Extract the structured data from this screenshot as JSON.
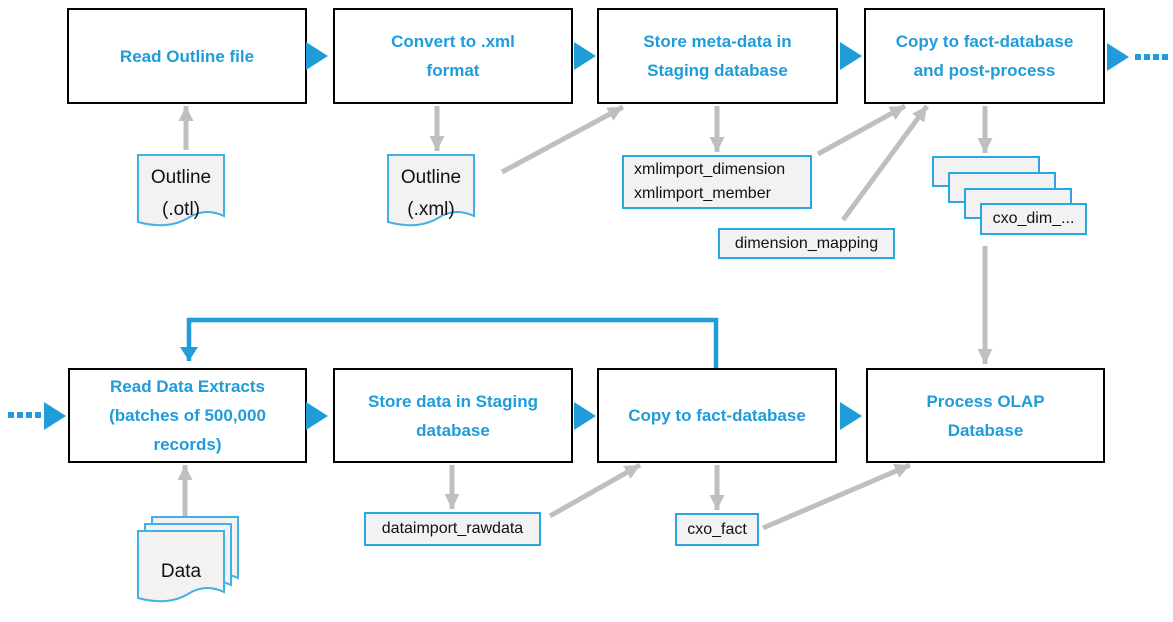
{
  "colors": {
    "accent_blue": "#1F9CD9",
    "connector_gray": "#BFBFBF",
    "shape_fill": "#F2F2F2",
    "table_border": "#2BA7DF",
    "process_border": "#000000"
  },
  "top_row": {
    "steps": [
      {
        "lines": [
          "Read Outline file"
        ]
      },
      {
        "lines": [
          "Convert to .xml",
          "format"
        ]
      },
      {
        "lines": [
          "Store meta-data in",
          "Staging database"
        ]
      },
      {
        "lines": [
          "Copy to fact-database",
          "and post-process"
        ]
      }
    ],
    "continues_right_dots": "...."
  },
  "bottom_row": {
    "continues_left_dots": "....",
    "steps": [
      {
        "lines": [
          "Read Data Extracts",
          "(batches of 500,000",
          "records)"
        ]
      },
      {
        "lines": [
          "Store data in Staging",
          "database"
        ]
      },
      {
        "lines": [
          "Copy to fact-database"
        ]
      },
      {
        "lines": [
          "Process OLAP",
          "Database"
        ]
      }
    ]
  },
  "documents": {
    "otl": {
      "lines": [
        "Outline",
        "(.otl)"
      ]
    },
    "xml": {
      "lines": [
        "Outline",
        "(.xml)"
      ]
    },
    "data": {
      "lines": [
        "Data"
      ]
    }
  },
  "tables": {
    "xmlimport": {
      "lines": [
        "xmlimport_dimension",
        "xmlimport_member"
      ]
    },
    "dimension_mapping": {
      "lines": [
        "dimension_mapping"
      ]
    },
    "cxo_dim": {
      "lines": [
        "cxo_dim_..."
      ]
    },
    "dataimport_rawdata": {
      "lines": [
        "dataimport_rawdata"
      ]
    },
    "cxo_fact": {
      "lines": [
        "cxo_fact"
      ]
    }
  }
}
